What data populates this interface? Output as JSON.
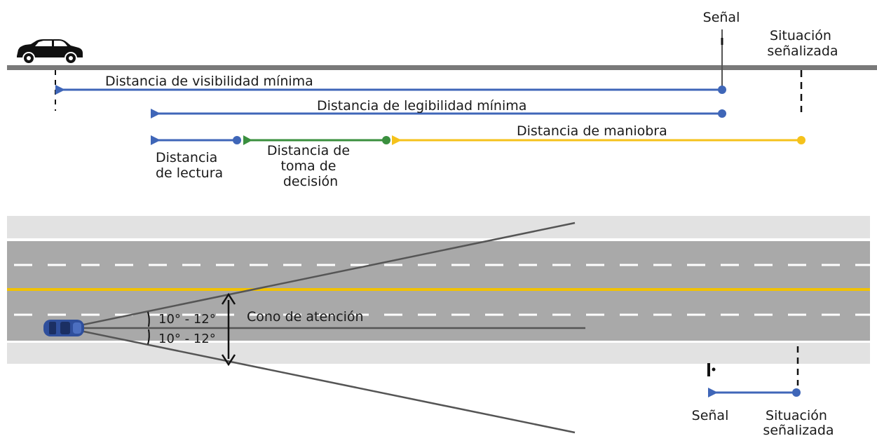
{
  "top": {
    "signal_label": "Señal",
    "situation_label": [
      "Situación",
      "señalizada"
    ],
    "visibility_label": "Distancia de visibilidad mínima",
    "legibility_label": "Distancia de legibilidad mínima",
    "maneuver_label": "Distancia de maniobra",
    "reading_label": [
      "Distancia",
      "de lectura"
    ],
    "decision_label": [
      "Distancia de",
      "toma de",
      "decisión"
    ]
  },
  "road": {
    "cone_label": "Cono de atención",
    "angle_upper": "10° - 12°",
    "angle_lower": "10° - 12°",
    "signal_label": "Señal",
    "situation_label": [
      "Situación",
      "señalizada"
    ]
  },
  "colors": {
    "blue": "#3f66b8",
    "green": "#3a8f3e",
    "yellow": "#f5c21b",
    "road_asphalt": "#a9a9a9",
    "shoulder": "#e2e2e2",
    "center_line": "#f2c200",
    "top_road": "#7a7a7a",
    "car": "#111111",
    "car_top_view": "#2f4f9c"
  },
  "icons": [
    "car-side-icon",
    "car-top-icon",
    "signal-post-icon",
    "double-arrow-icon"
  ]
}
